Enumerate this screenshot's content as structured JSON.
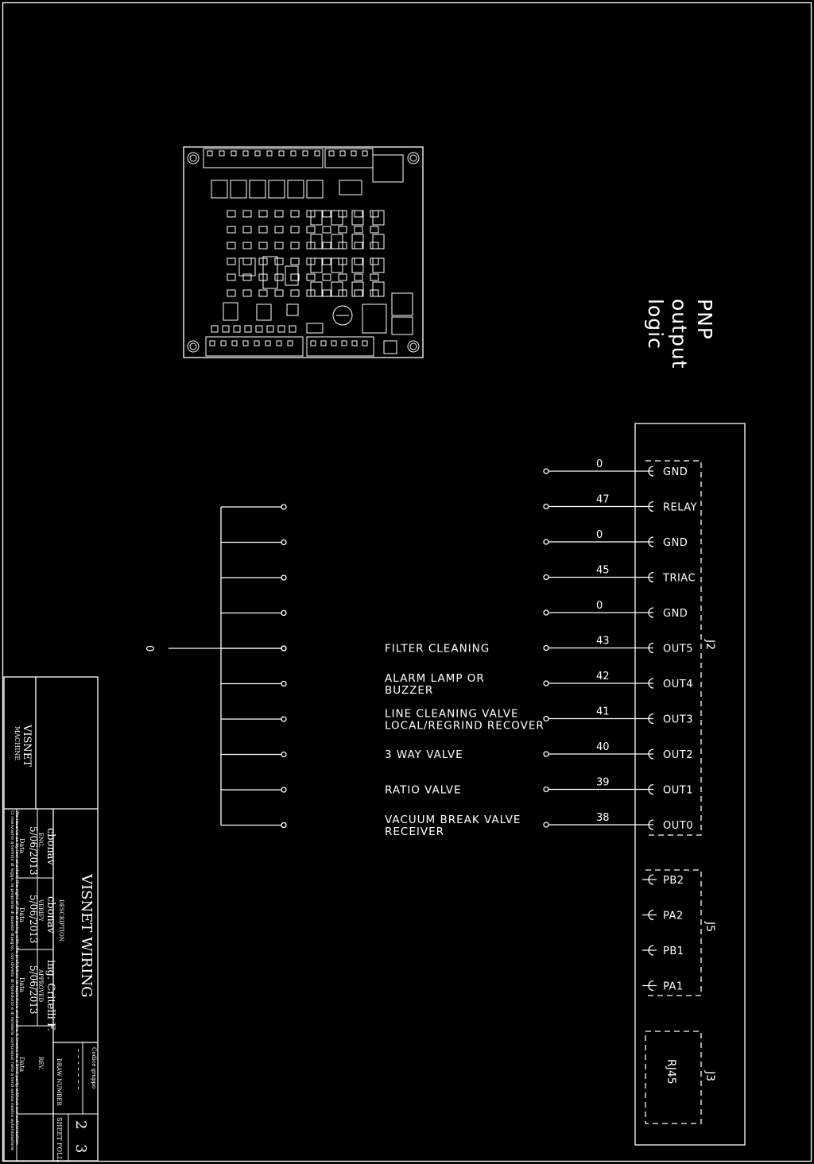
{
  "logic_label": [
    "PNP",
    "output",
    "logic"
  ],
  "left_common_node": "0",
  "connector_j2": {
    "name": "J2",
    "pins": [
      {
        "pin": "GND",
        "wire": "0",
        "label": []
      },
      {
        "pin": "RELAY",
        "wire": "47",
        "label": []
      },
      {
        "pin": "GND",
        "wire": "0",
        "label": []
      },
      {
        "pin": "TRIAC",
        "wire": "45",
        "label": []
      },
      {
        "pin": "GND",
        "wire": "0",
        "label": []
      },
      {
        "pin": "OUT5",
        "wire": "43",
        "label": [
          "FILTER CLEANING"
        ]
      },
      {
        "pin": "OUT4",
        "wire": "42",
        "label": [
          "ALARM LAMP OR",
          "BUZZER"
        ]
      },
      {
        "pin": "OUT3",
        "wire": "41",
        "label": [
          "LINE CLEANING VALVE",
          "LOCAL/REGRIND RECOVER"
        ]
      },
      {
        "pin": "OUT2",
        "wire": "40",
        "label": [
          "3 WAY VALVE"
        ]
      },
      {
        "pin": "OUT1",
        "wire": "39",
        "label": [
          "RATIO VALVE"
        ]
      },
      {
        "pin": "OUT0",
        "wire": "38",
        "label": [
          "VACUUM BREAK VALVE",
          "RECEIVER"
        ]
      }
    ]
  },
  "connector_j5": {
    "name": "J5",
    "pins": [
      "PB2",
      "PA2",
      "PB1",
      "PA1"
    ]
  },
  "connector_j3": {
    "name": "J3",
    "content": "RJ45"
  },
  "title_block": {
    "machine_name": "VISNET",
    "machine_caption": "MACHINE",
    "description": "VISNET WIRING",
    "description_caption": "DESCRIPTION",
    "eng_name": "cbonav",
    "eng_caption": "ENG.",
    "eng_date": "5/06/2013",
    "verify_name": "cbonav",
    "verify_caption": "VERIFY",
    "verify_date": "5/06/2013",
    "approved_name": "ing. Critelli F.",
    "approved_caption": "APPROVED",
    "approved_date": "5/06/2013",
    "date_caption": "Data",
    "rev_caption": "REV.",
    "draw_number_caption": "DRAW NUMBER",
    "draw_number": "- - - - - - -",
    "code_caption": "Codice gruppo",
    "sheet_caption": "SHEET",
    "foll_caption": "FOLL.",
    "sheet": "2",
    "foll": "3",
    "copyright_it": "Ci riserviamo a termini di legge, la proprietà di questo disegno, con divieto di riprodurlo e di renderlo comunque noto a terzi senza nostra autorizzazione",
    "copyright_en": "We reserve as by law enacted, the right of this drawing with the prohibition to reproduce and make it known to a third party without our authorization"
  }
}
